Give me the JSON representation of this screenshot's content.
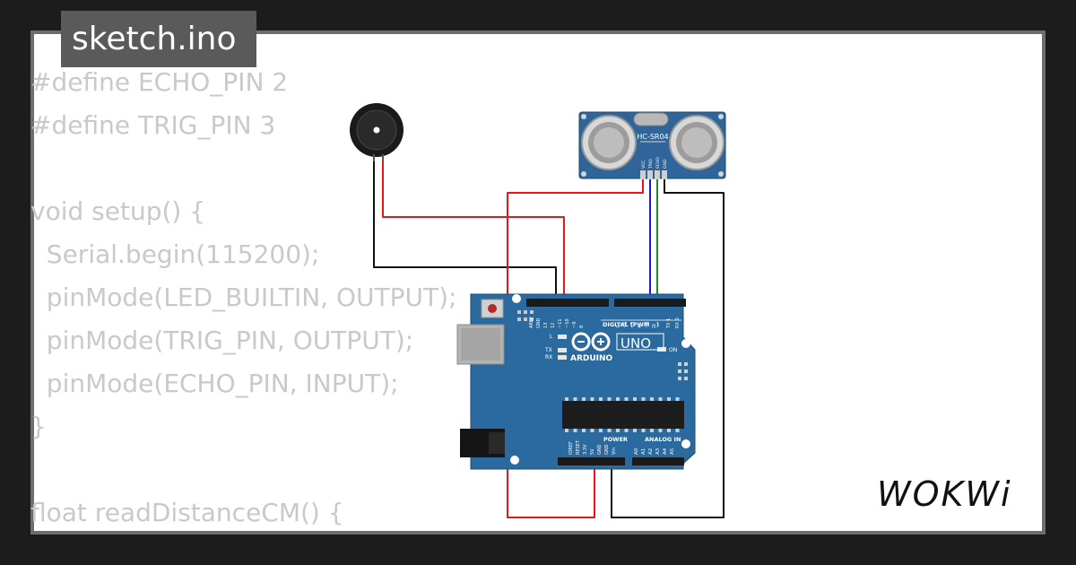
{
  "file_title": "sketch.ino",
  "code_lines": [
    "#define ECHO_PIN 2",
    "#define TRIG_PIN 3",
    "",
    "void setup() {",
    "  Serial.begin(115200);",
    "  pinMode(LED_BUILTIN, OUTPUT);",
    "  pinMode(TRIG_PIN, OUTPUT);",
    "  pinMode(ECHO_PIN, INPUT);",
    "}",
    "",
    "float readDistanceCM() {"
  ],
  "sensor": {
    "label": "HC-SR04",
    "pins": [
      "VCC",
      "TRIG",
      "ECHO",
      "GND"
    ]
  },
  "board": {
    "logo_text": "ARDUINO",
    "model": "UNO",
    "digital_label": "DIGITAL (PWM ~)",
    "power_label": "POWER",
    "analog_label": "ANALOG IN",
    "on_label": "ON",
    "l_label": "L",
    "tx_label": "TX",
    "rx_label": "RX",
    "digital_pins": [
      "AREF",
      "GND",
      "13",
      "12",
      "~11",
      "~10",
      "~9",
      "8",
      "7",
      "~6",
      "~5",
      "4",
      "~3",
      "2",
      "TX 1",
      "RX 0"
    ],
    "power_pins": [
      "IOREF",
      "RESET",
      "3.3V",
      "5V",
      "GND",
      "GND",
      "Vin"
    ],
    "analog_pins": [
      "A0",
      "A1",
      "A2",
      "A3",
      "A4",
      "A5"
    ]
  },
  "brand": {
    "name": "WOKWi"
  },
  "colors": {
    "board": "#2b6a9e",
    "wire_red": "#e8161a",
    "wire_black": "#111111",
    "wire_blue": "#1a1ae0",
    "wire_green": "#1c8a2a",
    "code_text": "#c9c9c9"
  }
}
